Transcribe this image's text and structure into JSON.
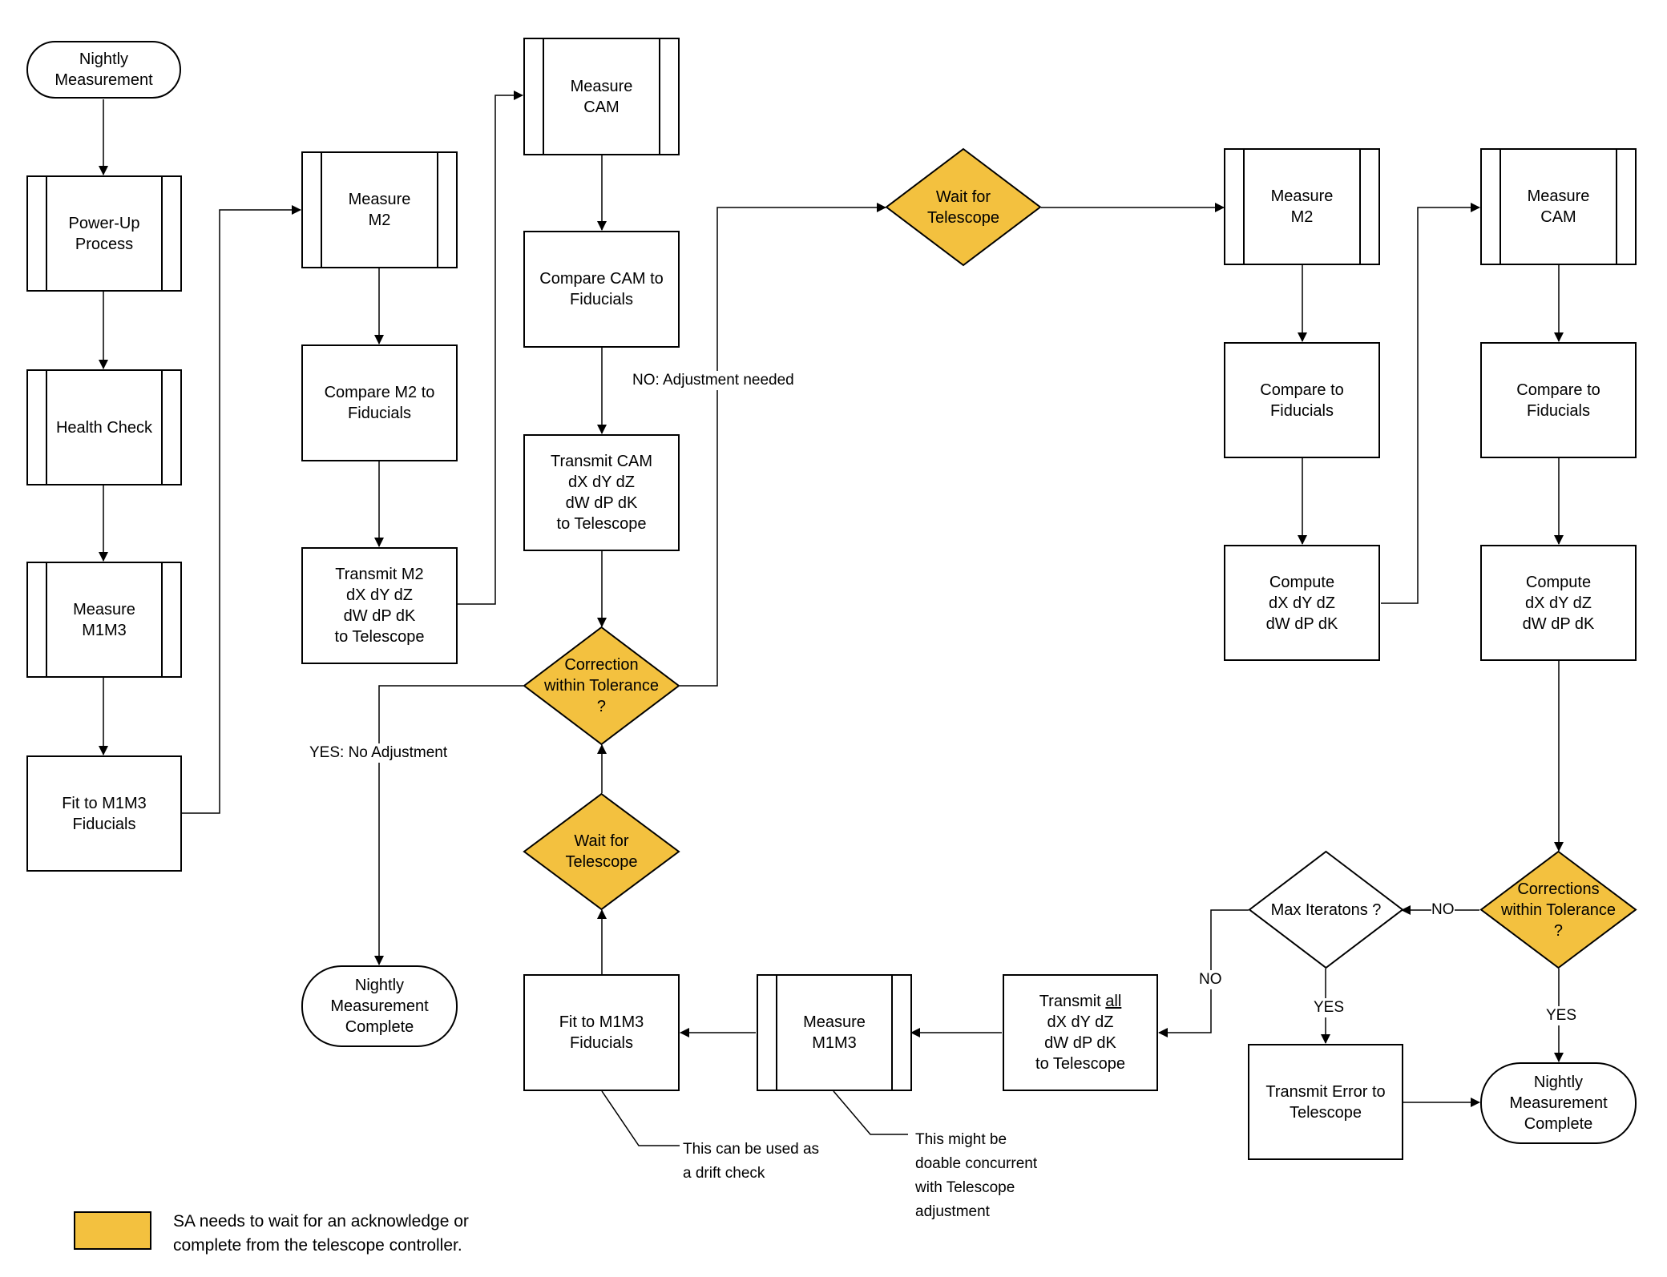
{
  "colors": {
    "wait_fill": "#F3C13F",
    "line": "#000000",
    "background": "#FFFFFF"
  },
  "nodes": {
    "start": "Nightly\nMeasurement",
    "powerup": "Power-Up\nProcess",
    "health": "Health Check",
    "measure_m1m3_a": "Measure\nM1M3",
    "fit_m1m3_a": "Fit to M1M3\nFiducials",
    "measure_m2_a": "Measure\nM2",
    "compare_m2": "Compare M2 to\nFiducials",
    "transmit_m2": "Transmit M2\ndX dY dZ\ndW dP dK\nto Telescope",
    "measure_cam_a": "Measure\nCAM",
    "compare_cam": "Compare CAM to\nFiducials",
    "transmit_cam": "Transmit CAM\ndX dY dZ\ndW dP dK\nto Telescope",
    "correction_tol": "Correction\nwithin Tolerance\n?",
    "wait_telescope_b": "Wait for\nTelescope",
    "complete_a": "Nightly\nMeasurement\nComplete",
    "wait_telescope_a": "Wait for\nTelescope",
    "measure_m2_b": "Measure\nM2",
    "compare_b": "Compare to\nFiducials",
    "compute_b": "Compute\ndX dY dZ\ndW dP dK",
    "measure_cam_b": "Measure\nCAM",
    "compare_c": "Compare to\nFiducials",
    "compute_c": "Compute\ndX dY dZ\ndW dP dK",
    "corrections_tol": "Corrections\nwithin Tolerance\n?",
    "max_iter": "Max Iteratons ?",
    "transmit_error": "Transmit Error to\nTelescope",
    "complete_b": "Nightly\nMeasurement\nComplete",
    "transmit_all_pre": "Transmit ",
    "transmit_all_u": "all",
    "transmit_all_post": "\ndX dY dZ\ndW dP dK\nto Telescope",
    "measure_m1m3_b": "Measure\nM1M3",
    "fit_m1m3_b": "Fit to M1M3\nFiducials"
  },
  "edge_labels": {
    "no_adjust": "NO: Adjustment needed",
    "yes_no_adjust": "YES: No Adjustment",
    "no_1": "NO",
    "no_2": "NO",
    "yes_1": "YES",
    "yes_2": "YES"
  },
  "notes": {
    "drift": "This can be used as\na drift check",
    "concurrent": "This might be\ndoable concurrent\nwith Telescope\nadjustment"
  },
  "legend": {
    "text": "SA needs to wait for an acknowledge or\ncomplete from the telescope controller."
  }
}
